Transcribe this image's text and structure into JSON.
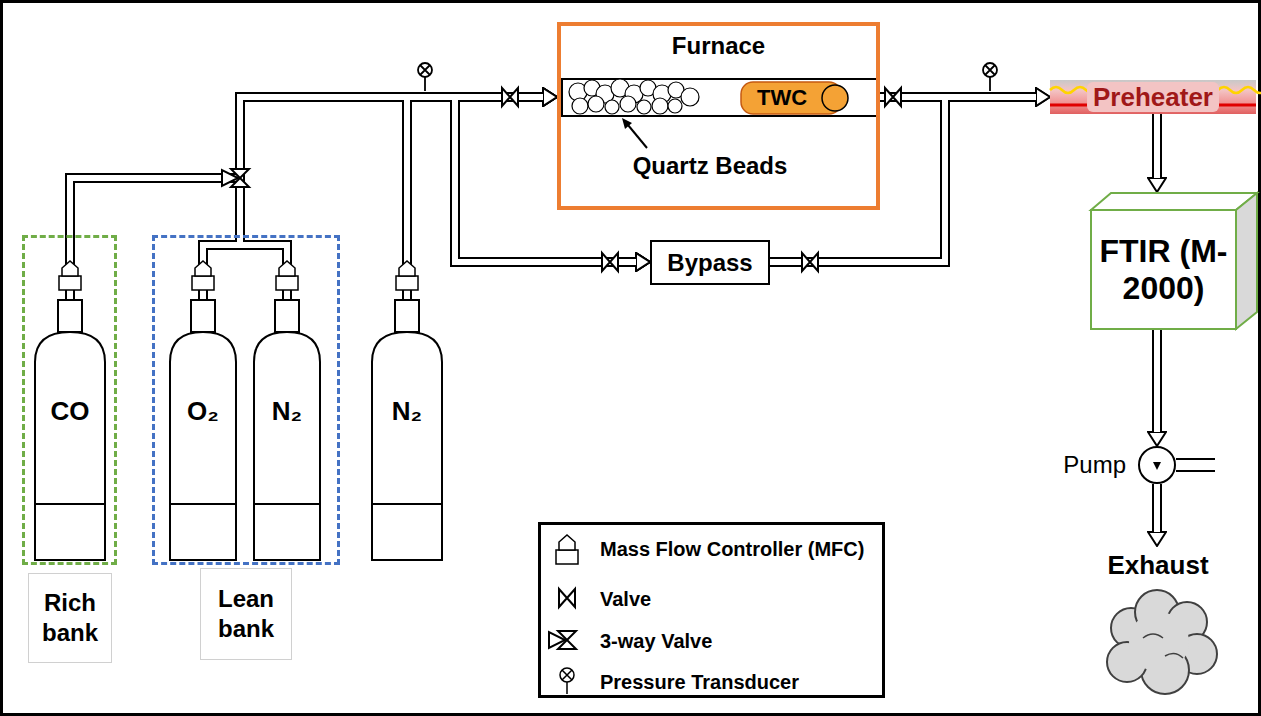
{
  "diagram": {
    "nodes": [
      {
        "text": [
          "Rich bank"
        ]
      },
      {
        "text": [
          "CO"
        ],
        "in": 0
      },
      {
        "text": [
          "Lean bank"
        ]
      },
      {
        "text": [
          "O₂"
        ],
        "in": 2
      },
      {
        "text": [
          "N₂"
        ],
        "in": 2
      },
      {
        "text": [
          "N₂"
        ]
      },
      {
        "text": [
          "Furnace"
        ]
      },
      {
        "text": [
          "TWC"
        ],
        "in": 6
      },
      {
        "text": [
          "Bypass"
        ]
      },
      {
        "text": [
          "Preheater"
        ]
      },
      {
        "text": [
          "FTIR (M-2000)"
        ]
      },
      {
        "text": [
          "Pump"
        ]
      },
      {
        "text": [
          "Exhaust"
        ]
      }
    ],
    "edges": [
      {
        "from": 1,
        "to": 6,
        "arrow": "to"
      },
      {
        "from": 1,
        "to": 8,
        "arrow": "to"
      },
      {
        "from": 3,
        "to": 6,
        "arrow": "to"
      },
      {
        "from": 3,
        "to": 8,
        "arrow": "to"
      },
      {
        "from": 4,
        "to": 6,
        "arrow": "to"
      },
      {
        "from": 4,
        "to": 8,
        "arrow": "to"
      },
      {
        "from": 5,
        "to": 6,
        "arrow": "to"
      },
      {
        "from": 5,
        "to": 8,
        "arrow": "to"
      },
      {
        "from": 6,
        "to": 9,
        "arrow": "to"
      },
      {
        "from": 8,
        "to": 9,
        "arrow": "to"
      },
      {
        "from": 9,
        "to": 10,
        "arrow": "to"
      },
      {
        "from": 10,
        "to": 11,
        "arrow": "to"
      },
      {
        "from": 11,
        "to": 12,
        "arrow": "to"
      }
    ],
    "labels": [
      "Quartz Beads"
    ],
    "legend": [
      {
        "text": "Mass Flow Controller (MFC)"
      },
      {
        "text": "Valve"
      },
      {
        "text": "3-way Valve"
      },
      {
        "text": "Pressure Transducer"
      }
    ]
  }
}
